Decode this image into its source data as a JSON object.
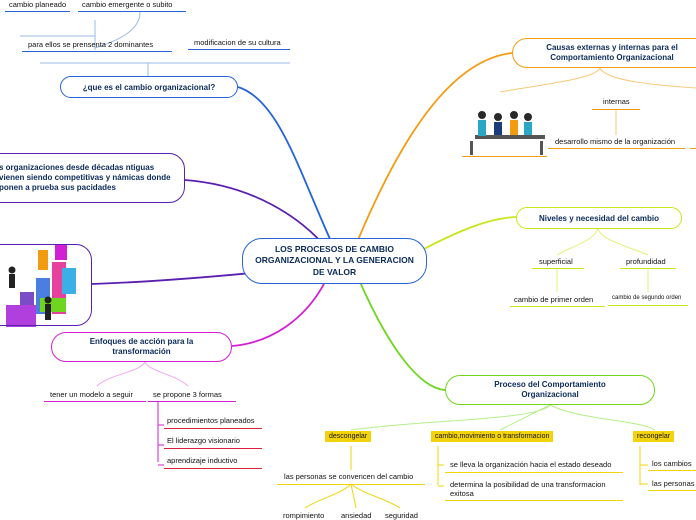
{
  "central": "LOS PROCESOS DE CAMBIO ORGANIZACIONAL Y LA GENERACION DE VALOR",
  "left_top": {
    "planeado": "cambio planeado",
    "emergente": "cambio emergente o subito",
    "dominantes": "para ellos se prensenta 2 dominantes",
    "modificacion": "modificacion de su cultura",
    "question": "¿que es el cambio organizacional?"
  },
  "left_mid": {
    "text": "s organizaciones desde décadas ntiguas vienen siendo competitivas y námicas donde ponen a prueba sus pacidades"
  },
  "enfoques": {
    "title": "Enfoques de acción para la transformación",
    "modelo": "tener un modelo a seguir",
    "formas": "se propone 3 formas",
    "forma1": "procedimientos planeados",
    "forma2": "El liderazgo visionario",
    "forma3": "aprendizaje inductivo"
  },
  "causas": {
    "title": "Causas externas y internas para el Comportamiento Organizacional",
    "internas": "internas",
    "desarrollo": "desarrollo mismo de la organización"
  },
  "niveles": {
    "title": "Niveles y necesidad del cambio",
    "superficial": "superficial",
    "profundidad": "profundidad",
    "primer": "cambio de primer orden",
    "segundo": "cambio de segundo orden"
  },
  "proceso": {
    "title": "Proceso del Comportamiento Organizacional",
    "descongelar": "descongelar",
    "cambio": "cambio,movimiento o transformacion",
    "recongelar": "recongelar",
    "convencen": "las personas se convencen del cambio",
    "rompimiento": "rompimiento",
    "ansiedad": "ansiedad",
    "seguridad": "seguridad",
    "estado": "se lleva la organización hacia el estado deseado",
    "posibilidad": "determina la posibilidad de una transformacion exitosa",
    "loscambios": "los cambios",
    "lapersonas": "las personas"
  },
  "colors": {
    "blue": "#2563d9",
    "purple": "#5a1fb0",
    "magenta": "#d31fd3",
    "orange": "#f39c12",
    "green": "#6fd61f",
    "lime": "#c8e619",
    "yellow": "#f3d40c",
    "red": "#d8233a",
    "navy": "#1a3d7a",
    "teal": "#2aa7c4"
  }
}
